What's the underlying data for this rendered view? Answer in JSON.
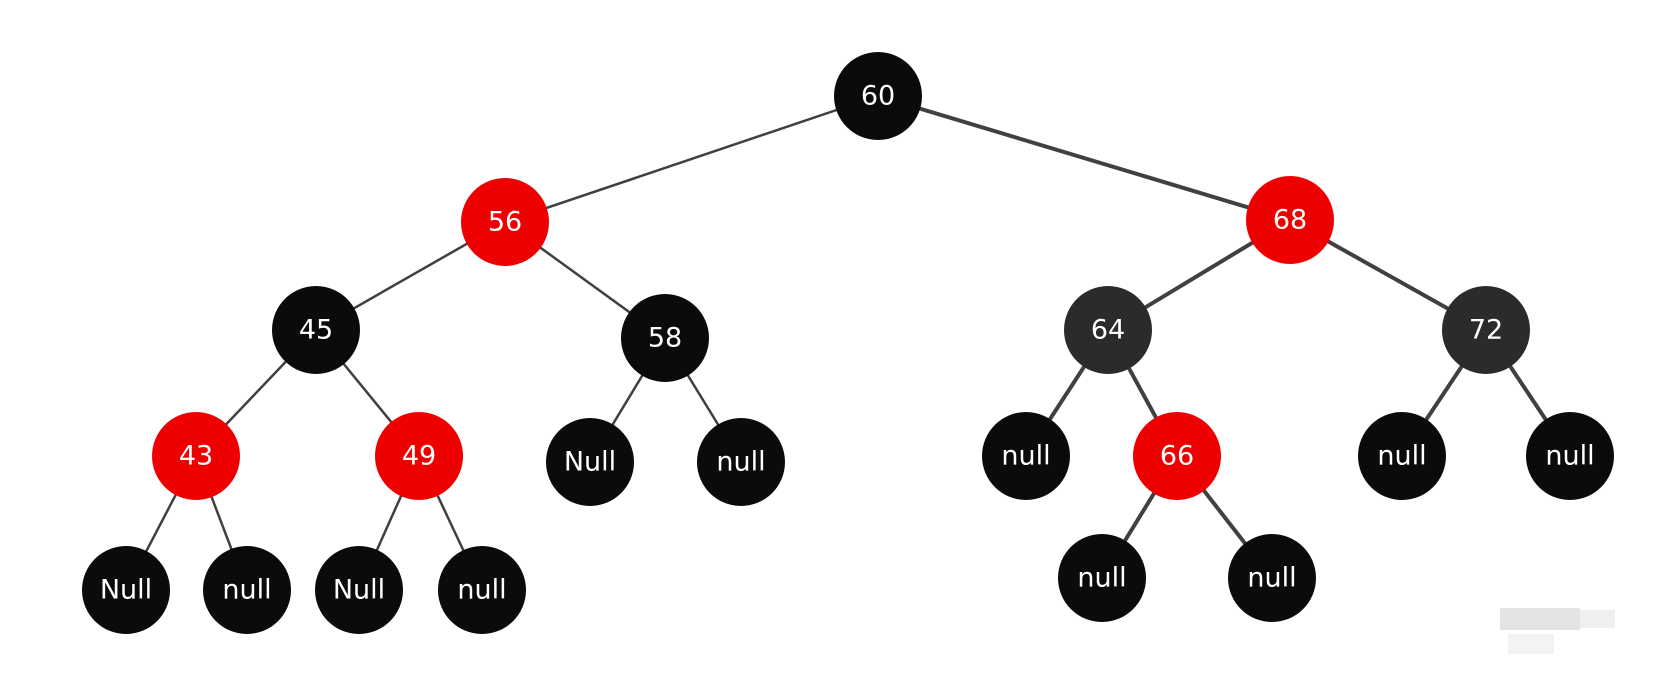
{
  "tree": {
    "colors": {
      "red": "#ee0000",
      "black": "#0b0b0b",
      "gray": "#2b2b2b",
      "edge": "#404040",
      "label": "#ffffff"
    },
    "nodes": [
      {
        "id": "n60",
        "label": "60",
        "color": "black",
        "name": "node-60"
      },
      {
        "id": "n56",
        "label": "56",
        "color": "red",
        "name": "node-56"
      },
      {
        "id": "n68",
        "label": "68",
        "color": "red",
        "name": "node-68"
      },
      {
        "id": "n45",
        "label": "45",
        "color": "black",
        "name": "node-45"
      },
      {
        "id": "n58",
        "label": "58",
        "color": "black",
        "name": "node-58"
      },
      {
        "id": "n64",
        "label": "64",
        "color": "gray",
        "name": "node-64"
      },
      {
        "id": "n72",
        "label": "72",
        "color": "gray",
        "name": "node-72"
      },
      {
        "id": "n43",
        "label": "43",
        "color": "red",
        "name": "node-43"
      },
      {
        "id": "n49",
        "label": "49",
        "color": "red",
        "name": "node-49"
      },
      {
        "id": "n58L",
        "label": "Null",
        "color": "black",
        "name": "null-leaf-58-left"
      },
      {
        "id": "n58R",
        "label": "null",
        "color": "black",
        "name": "null-leaf-58-right"
      },
      {
        "id": "n64L",
        "label": "null",
        "color": "black",
        "name": "null-leaf-64-left"
      },
      {
        "id": "n66",
        "label": "66",
        "color": "red",
        "name": "node-66"
      },
      {
        "id": "n72L",
        "label": "null",
        "color": "black",
        "name": "null-leaf-72-left"
      },
      {
        "id": "n72R",
        "label": "null",
        "color": "black",
        "name": "null-leaf-72-right"
      },
      {
        "id": "n43L",
        "label": "Null",
        "color": "black",
        "name": "null-leaf-43-left"
      },
      {
        "id": "n43R",
        "label": "null",
        "color": "black",
        "name": "null-leaf-43-right"
      },
      {
        "id": "n49L",
        "label": "Null",
        "color": "black",
        "name": "null-leaf-49-left"
      },
      {
        "id": "n49R",
        "label": "null",
        "color": "black",
        "name": "null-leaf-49-right"
      },
      {
        "id": "n66L",
        "label": "null",
        "color": "black",
        "name": "null-leaf-66-left"
      },
      {
        "id": "n66R",
        "label": "null",
        "color": "black",
        "name": "null-leaf-66-right"
      }
    ],
    "edges": [
      [
        "n60",
        "n56"
      ],
      [
        "n60",
        "n68"
      ],
      [
        "n56",
        "n45"
      ],
      [
        "n56",
        "n58"
      ],
      [
        "n68",
        "n64"
      ],
      [
        "n68",
        "n72"
      ],
      [
        "n45",
        "n43"
      ],
      [
        "n45",
        "n49"
      ],
      [
        "n58",
        "n58L"
      ],
      [
        "n58",
        "n58R"
      ],
      [
        "n64",
        "n64L"
      ],
      [
        "n64",
        "n66"
      ],
      [
        "n72",
        "n72L"
      ],
      [
        "n72",
        "n72R"
      ],
      [
        "n43",
        "n43L"
      ],
      [
        "n43",
        "n43R"
      ],
      [
        "n49",
        "n49L"
      ],
      [
        "n49",
        "n49R"
      ],
      [
        "n66",
        "n66L"
      ],
      [
        "n66",
        "n66R"
      ]
    ]
  }
}
